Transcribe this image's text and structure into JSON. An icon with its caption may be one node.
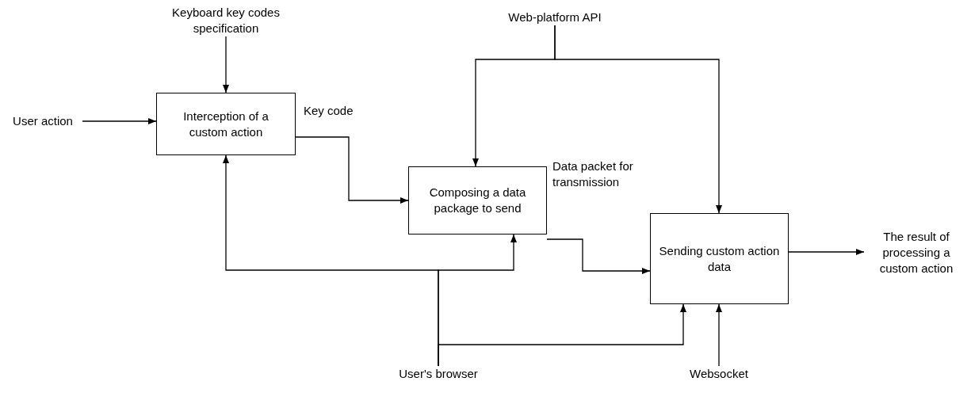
{
  "diagram": {
    "nodes": [
      {
        "text": [
          "Keyboard key codes specification"
        ]
      },
      {
        "text": [
          "User action"
        ]
      },
      {
        "text": [
          "Interception of a custom action"
        ]
      },
      {
        "text": [
          "Web-platform API"
        ]
      },
      {
        "text": [
          "Composing a data package to send"
        ]
      },
      {
        "text": [
          "Sending custom action data"
        ]
      },
      {
        "text": [
          "The result of processing a custom action"
        ]
      },
      {
        "text": [
          "User's browser"
        ]
      },
      {
        "text": [
          "Websocket"
        ]
      }
    ],
    "edges": [
      {
        "from": 0,
        "to": 2,
        "arrow": "to"
      },
      {
        "from": 1,
        "to": 2,
        "arrow": "to"
      },
      {
        "from": 2,
        "to": 4,
        "arrow": "to",
        "label": "Key code"
      },
      {
        "from": 3,
        "to": 4,
        "arrow": "to"
      },
      {
        "from": 3,
        "to": 5,
        "arrow": "to"
      },
      {
        "from": 4,
        "to": 5,
        "arrow": "to",
        "label": "Data packet for transmission"
      },
      {
        "from": 7,
        "to": 2,
        "arrow": "to"
      },
      {
        "from": 7,
        "to": 4,
        "arrow": "to"
      },
      {
        "from": 7,
        "to": 5,
        "arrow": "to"
      },
      {
        "from": 8,
        "to": 5,
        "arrow": "to"
      },
      {
        "from": 5,
        "to": 6,
        "arrow": "to"
      }
    ]
  }
}
